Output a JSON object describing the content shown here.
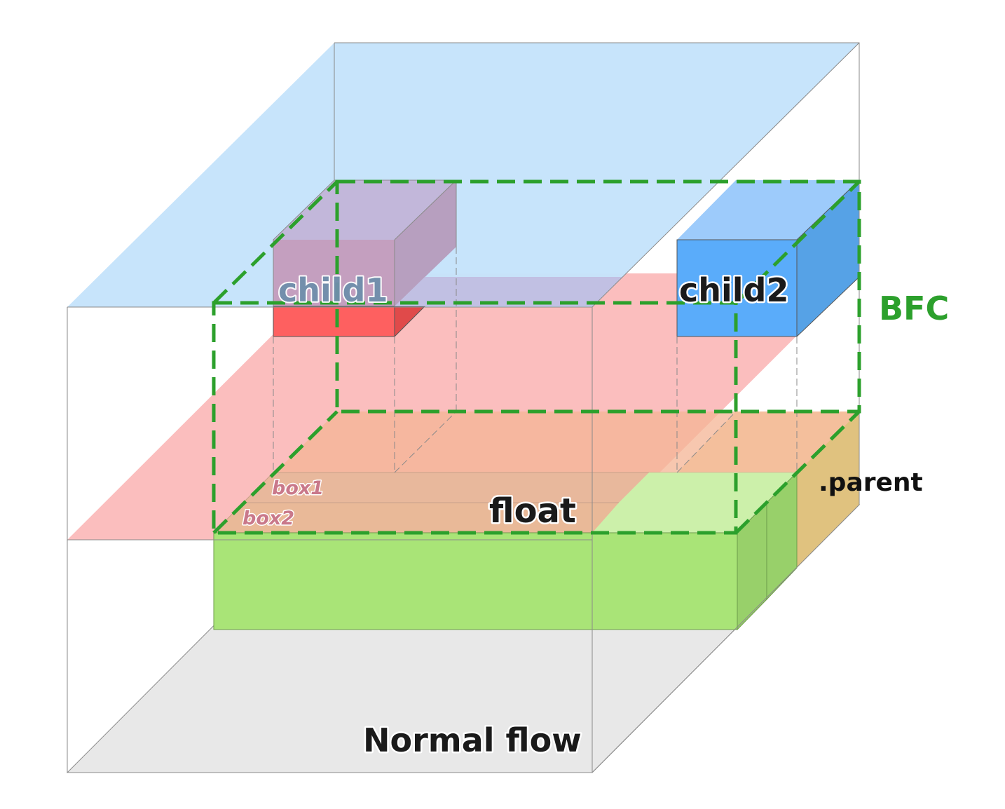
{
  "labels": {
    "child1": "child1",
    "child2": "child2",
    "bfc": "BFC",
    "box1": "box1",
    "box2": "box2",
    "float": "float",
    "parent": ".parent",
    "normal_flow": "Normal flow"
  },
  "colors": {
    "top_plane": "#c5e3fb",
    "float_plane": "#fbbbbb",
    "normal_floor": "#e8e8e8",
    "green_box": "#a9e477",
    "green_side": "#98d06a",
    "parent_top": "#f3e0b4",
    "parent_side": "#e0c27f",
    "child1_red": "#fe6060",
    "child2_blue": "#5aacfa",
    "bfc_green": "#2ca02c"
  }
}
